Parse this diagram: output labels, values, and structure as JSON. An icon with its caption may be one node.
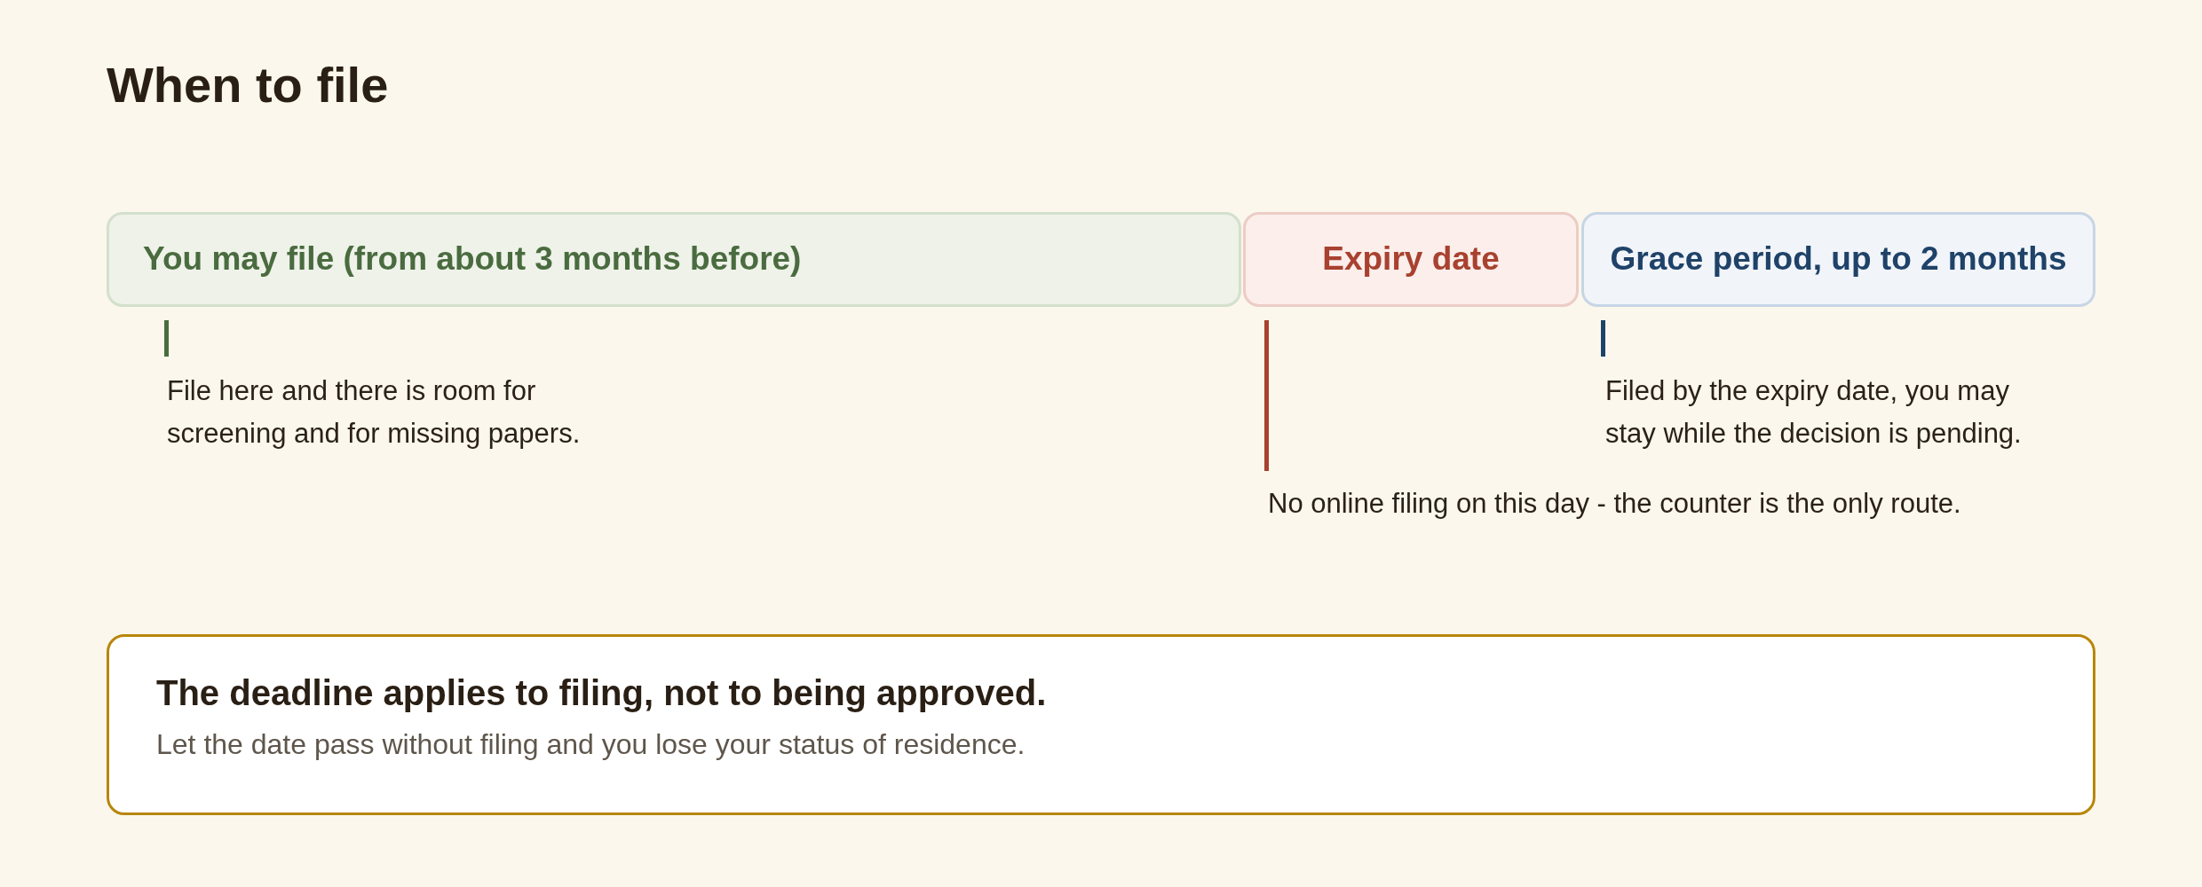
{
  "diagram": {
    "title": "When to file",
    "nodes": [
      {
        "text": [
          "You may file (from about 3 months before)"
        ],
        "beside": [
          "File here and there is room for screening and for missing papers."
        ]
      },
      {
        "text": [
          "Expiry date"
        ]
      },
      {
        "text": [
          "Grace period, up to 2 months"
        ],
        "beside": [
          "Filed by the expiry date, you may stay while the decision is pending."
        ]
      },
      {
        "text": [
          "The deadline applies to filing, not to being approved.",
          "Let the date pass without filing and you lose your status of residence."
        ]
      }
    ],
    "labels": [
      "No online filing on this day - the counter is the only route."
    ]
  }
}
